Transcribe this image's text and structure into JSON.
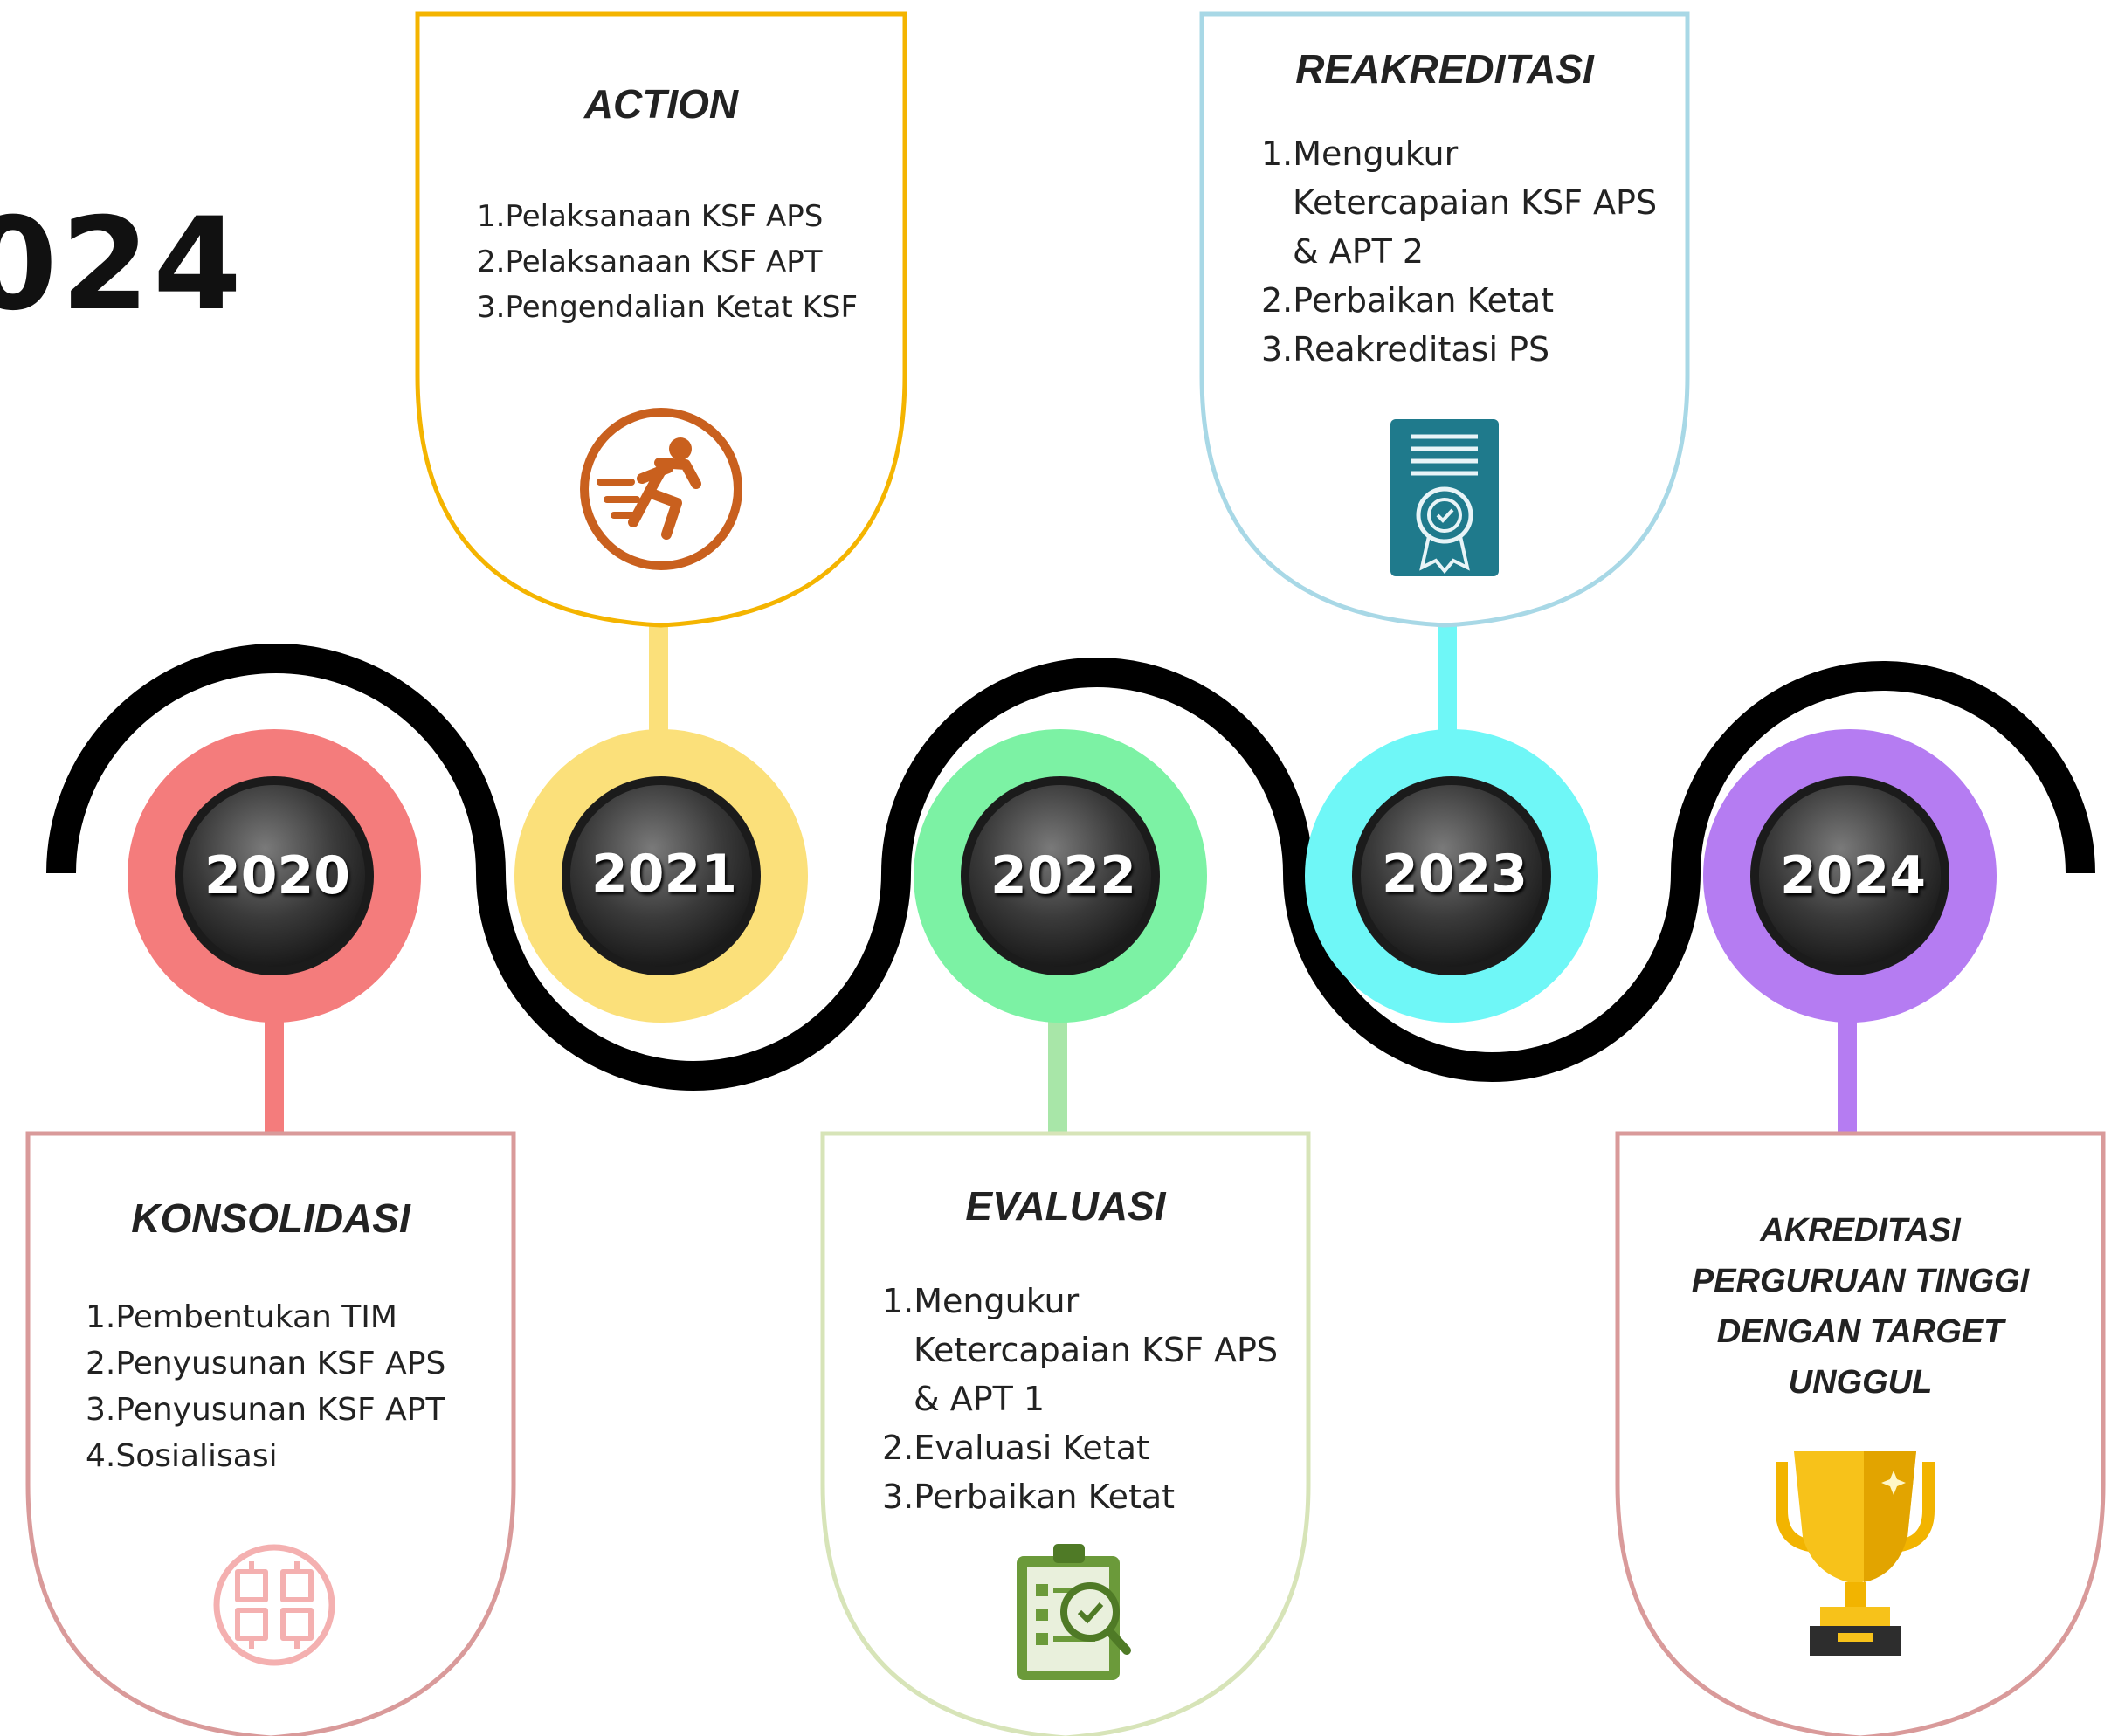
{
  "partial_title": "024",
  "timeline": [
    {
      "year": "2020",
      "title": "KONSOLIDASI",
      "items": [
        "1.Pembentukan TIM",
        "2.Penyusunan KSF APS",
        "3.Penyusunan KSF APT",
        "4.Sosialisasi"
      ],
      "icon": "collaboration-icon",
      "color": "#f47c7c"
    },
    {
      "year": "2021",
      "title": "ACTION",
      "items": [
        "1.Pelaksanaan KSF APS",
        "2.Pelaksanaan KSF APT",
        "3.Pengendalian Ketat KSF"
      ],
      "icon": "running-man-icon",
      "color": "#fbe07a"
    },
    {
      "year": "2022",
      "title": "EVALUASI",
      "items": [
        "1.Mengukur",
        "Ketercapaian KSF APS",
        "& APT 1",
        "2.Evaluasi Ketat",
        "3.Perbaikan Ketat"
      ],
      "icon": "clipboard-inspection-icon",
      "color": "#7cf2a4"
    },
    {
      "year": "2023",
      "title": "REAKREDITASI",
      "items": [
        "1.Mengukur",
        "Ketercapaian KSF APS",
        "& APT 2",
        "2.Perbaikan Ketat",
        "3.Reakreditasi PS"
      ],
      "icon": "certificate-icon",
      "color": "#6ff7f7"
    },
    {
      "year": "2024",
      "title": "AKREDITASI PERGURUAN TINGGI DENGAN TARGET UNGGUL",
      "title_lines": [
        "AKREDITASI",
        "PERGURUAN TINGGI",
        "DENGAN TARGET",
        "UNGGUL"
      ],
      "icon": "trophy-icon",
      "color": "#b57cf2"
    }
  ]
}
